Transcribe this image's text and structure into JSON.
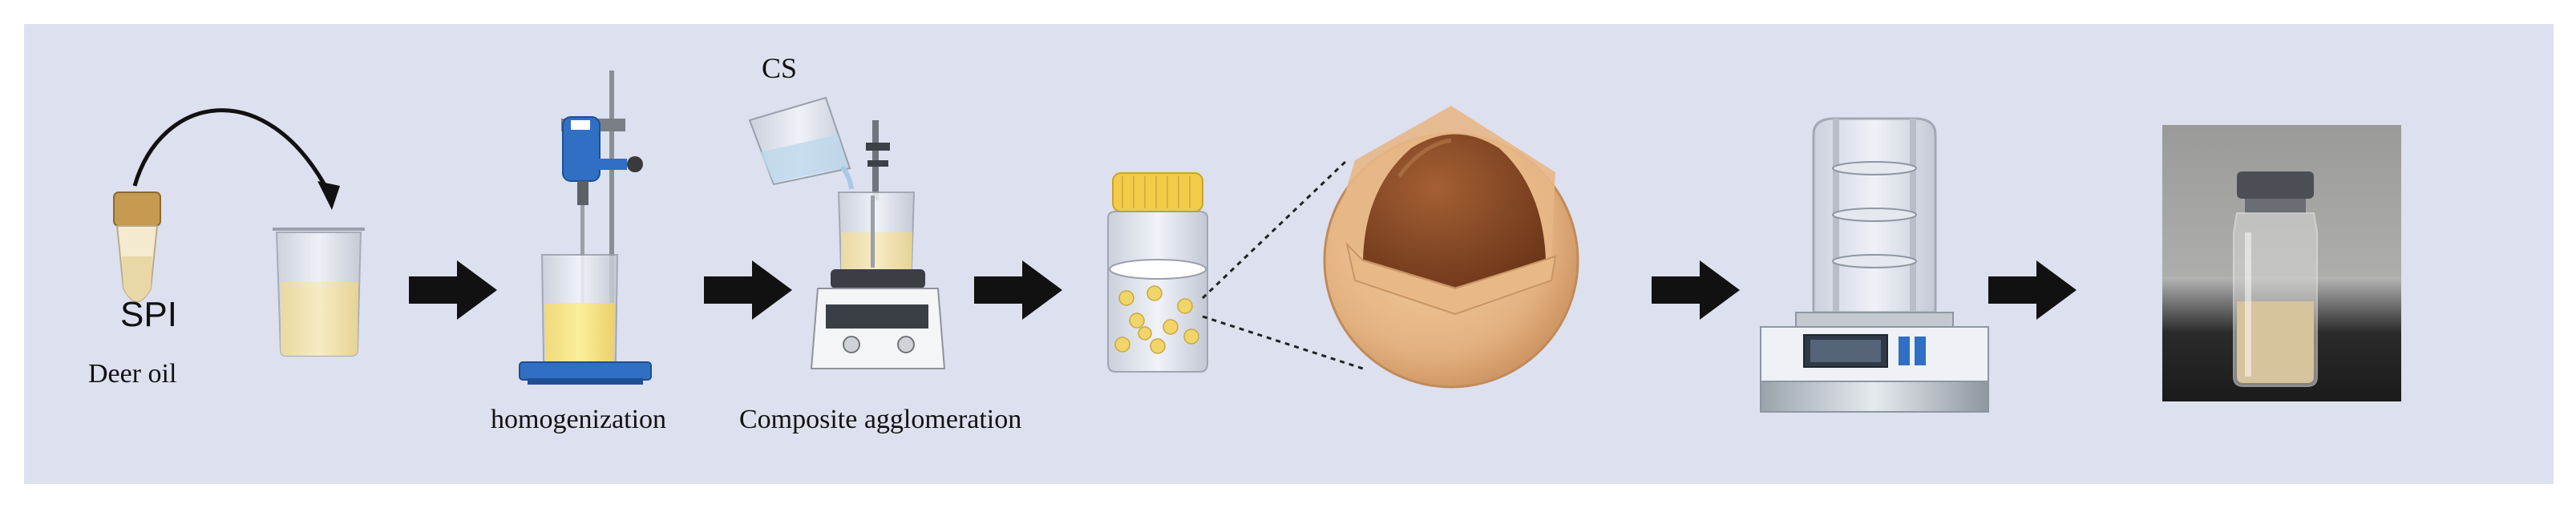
{
  "diagram": {
    "labels": {
      "spi": "SPI",
      "deer_oil": "Deer oil",
      "cs": "CS",
      "homogenization": "homogenization",
      "composite_agglomeration": "Composite agglomeration"
    },
    "steps": [
      "tube-and-beaker",
      "homogenizer",
      "magnetic-stirrer",
      "capsule-jar",
      "microcapsule-cross-section",
      "freeze-dryer",
      "powder-vial-photo"
    ],
    "colors": {
      "background_panel": "#dde0ee",
      "arrow": "#111111",
      "liquid_yellow": "#f6e7a0",
      "capsule_shell": "#e8b98b",
      "capsule_core": "#8a4a26",
      "equipment_blue": "#2f6fc4"
    }
  }
}
